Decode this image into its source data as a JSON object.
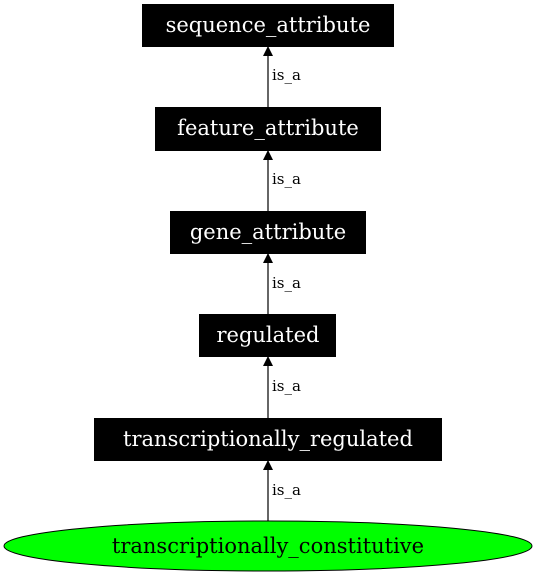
{
  "graph": {
    "nodes": [
      {
        "id": "n1",
        "label": "sequence_attribute",
        "shape": "box",
        "fill": "#000000",
        "text_color": "#ffffff"
      },
      {
        "id": "n2",
        "label": "feature_attribute",
        "shape": "box",
        "fill": "#000000",
        "text_color": "#ffffff"
      },
      {
        "id": "n3",
        "label": "gene_attribute",
        "shape": "box",
        "fill": "#000000",
        "text_color": "#ffffff"
      },
      {
        "id": "n4",
        "label": "regulated",
        "shape": "box",
        "fill": "#000000",
        "text_color": "#ffffff"
      },
      {
        "id": "n5",
        "label": "transcriptionally_regulated",
        "shape": "box",
        "fill": "#000000",
        "text_color": "#ffffff"
      },
      {
        "id": "n6",
        "label": "transcriptionally_constitutive",
        "shape": "ellipse",
        "fill": "#00ff00",
        "text_color": "#000000"
      }
    ],
    "edges": [
      {
        "from": "n2",
        "to": "n1",
        "label": "is_a"
      },
      {
        "from": "n3",
        "to": "n2",
        "label": "is_a"
      },
      {
        "from": "n4",
        "to": "n3",
        "label": "is_a"
      },
      {
        "from": "n5",
        "to": "n4",
        "label": "is_a"
      },
      {
        "from": "n6",
        "to": "n5",
        "label": "is_a"
      }
    ]
  }
}
